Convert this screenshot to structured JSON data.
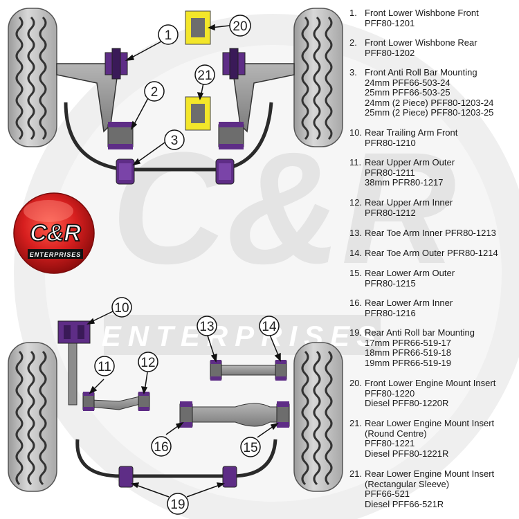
{
  "colors": {
    "bush_purple": "#5e2d86",
    "bush_yellow": "#f3e62a",
    "tyre": "#c9c9c9",
    "arm": "#8c8c8c",
    "logo_red": "#d71f1f",
    "watermark": "#e9e9e9"
  },
  "logo": {
    "text": "C&R",
    "subtitle": "ENTERPRISES"
  },
  "watermark": {
    "text": "C&R",
    "subtitle": "ENTERPRISES"
  },
  "callouts": [
    "1",
    "2",
    "3",
    "10",
    "11",
    "12",
    "13",
    "14",
    "15",
    "16",
    "19",
    "20",
    "21"
  ],
  "parts": [
    {
      "num": "1.",
      "lines": [
        "Front Lower Wishbone Front",
        "PFF80-1201"
      ]
    },
    {
      "num": "2.",
      "lines": [
        "Front Lower Wishbone Rear",
        "PFF80-1202"
      ]
    },
    {
      "num": "3.",
      "lines": [
        "Front Anti Roll Bar Mounting",
        "24mm PFF66-503-24",
        "25mm PFF66-503-25",
        "24mm (2 Piece) PFF80-1203-24",
        "25mm (2 Piece) PFF80-1203-25"
      ]
    },
    {
      "num": "10.",
      "lines": [
        "Rear Trailing Arm Front",
        "PFR80-1210"
      ]
    },
    {
      "num": "11.",
      "lines": [
        "Rear Upper Arm Outer",
        "PFR80-1211",
        "38mm PFR80-1217"
      ]
    },
    {
      "num": "12.",
      "lines": [
        "Rear Upper Arm Inner",
        "PFR80-1212"
      ]
    },
    {
      "num": "13.",
      "lines": [
        "Rear Toe Arm Inner PFR80-1213"
      ]
    },
    {
      "num": "14.",
      "lines": [
        "Rear Toe Arm Outer PFR80-1214"
      ]
    },
    {
      "num": "15.",
      "lines": [
        "Rear Lower Arm Outer",
        "PFR80-1215"
      ]
    },
    {
      "num": "16.",
      "lines": [
        "Rear Lower Arm Inner",
        "PFR80-1216"
      ]
    },
    {
      "num": "19.",
      "lines": [
        "Rear Anti Roll bar Mounting",
        "17mm PFR66-519-17",
        "18mm PFR66-519-18",
        "19mm PFR66-519-19"
      ]
    },
    {
      "num": "20.",
      "lines": [
        "Front Lower Engine Mount Insert",
        "PFF80-1220",
        "Diesel PFF80-1220R"
      ]
    },
    {
      "num": "21.",
      "lines": [
        "Rear Lower Engine Mount Insert",
        "(Round Centre)",
        "PFF80-1221",
        "Diesel PFF80-1221R"
      ]
    },
    {
      "num": "21.",
      "lines": [
        "Rear Lower Engine Mount Insert",
        "(Rectangular Sleeve)",
        "PFF66-521",
        "Diesel PFF66-521R"
      ]
    }
  ]
}
